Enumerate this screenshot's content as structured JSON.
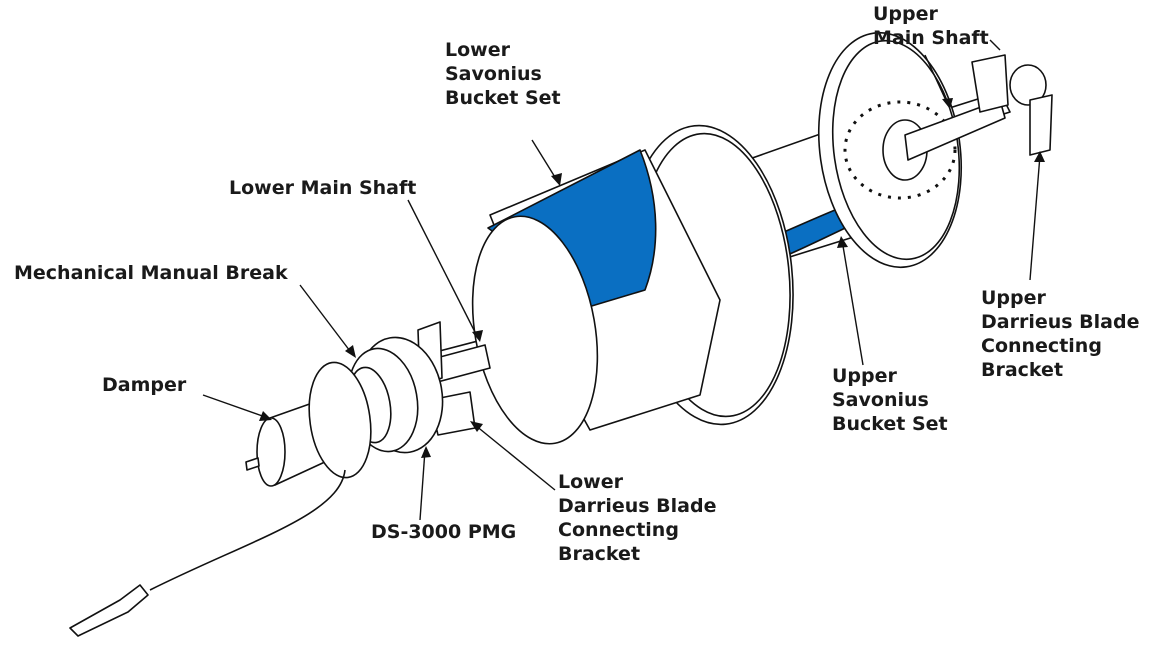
{
  "labels": {
    "lower_savonius": [
      "Lower",
      "Savonius",
      "Bucket Set"
    ],
    "upper_main_shaft": [
      "Upper",
      "Main Shaft"
    ],
    "lower_main_shaft": "Lower Main Shaft",
    "mechanical_break": "Mechanical Manual Break",
    "damper": "Damper",
    "pmg": "DS-3000 PMG",
    "lower_darrieus": [
      "Lower",
      "Darrieus Blade",
      "Connecting",
      "Bracket"
    ],
    "upper_savonius": [
      "Upper",
      "Savonius",
      "Bucket Set"
    ],
    "upper_darrieus": [
      "Upper",
      "Darrieus Blade",
      "Connecting",
      "Bracket"
    ]
  },
  "colors": {
    "blade_fill": "#0a6fc2",
    "outline": "#111111",
    "part_fill": "#ffffff"
  }
}
